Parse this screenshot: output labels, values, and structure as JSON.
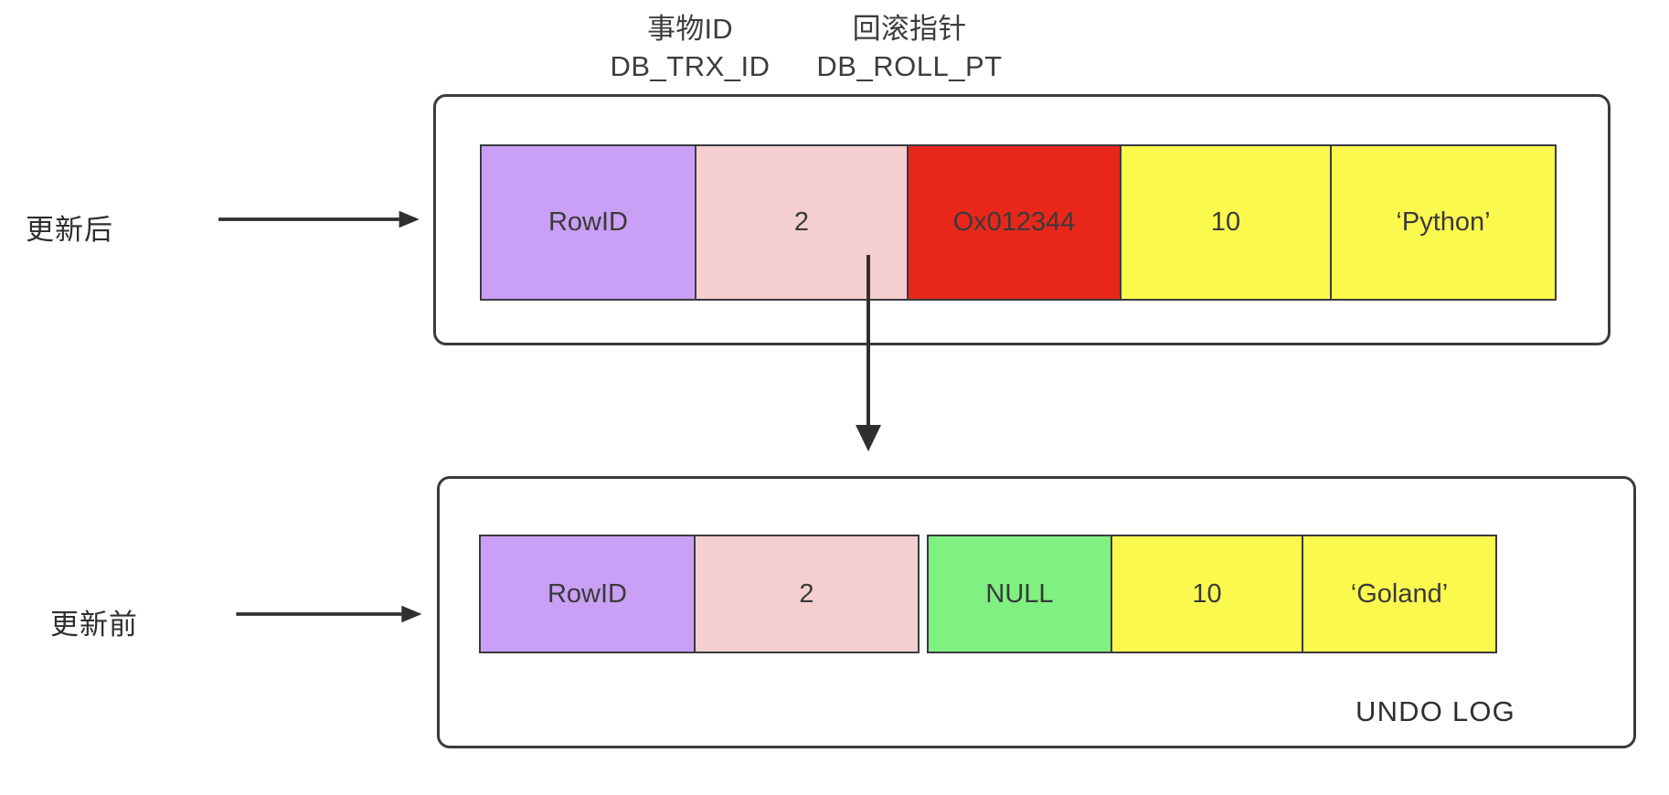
{
  "diagram": {
    "title_columns": [
      {
        "cn": "事物ID",
        "en": "DB_TRX_ID"
      },
      {
        "cn": "回滚指针",
        "en": "DB_ROLL_PT"
      }
    ],
    "side_labels": {
      "after_update": "更新后",
      "before_update": "更新前"
    },
    "undo_log_caption": "UNDO LOG",
    "rows": [
      {
        "name": "after-update-record",
        "cells": [
          {
            "text": "RowID",
            "color": "#c9a0f5"
          },
          {
            "text": "2",
            "color": "#f5cfcf"
          },
          {
            "text": "Ox012344",
            "color": "#e8271a"
          },
          {
            "text": "10",
            "color": "#fcf94e"
          },
          {
            "text": "‘Python’",
            "color": "#fcf94e"
          }
        ]
      },
      {
        "name": "before-update-record",
        "cells": [
          {
            "text": "RowID",
            "color": "#c9a0f5"
          },
          {
            "text": "2",
            "color": "#f5cfcf"
          },
          {
            "text": "NULL",
            "color": "#80f081"
          },
          {
            "text": "10",
            "color": "#fcf94e"
          },
          {
            "text": "‘Goland’",
            "color": "#fcf94e"
          }
        ]
      }
    ],
    "colors": {
      "stroke": "#3a3a40",
      "purple": "#c9a0f5",
      "pink": "#f5cfcf",
      "red": "#e8271a",
      "green": "#80f081",
      "yellow": "#fcf94e",
      "background": "#ffffff"
    }
  }
}
